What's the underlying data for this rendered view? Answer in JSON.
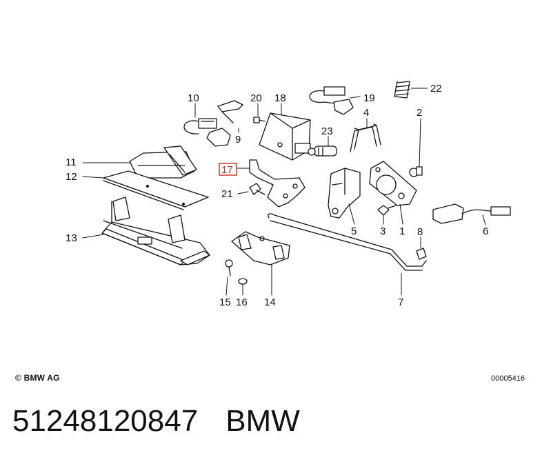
{
  "labels": {
    "l1": "1",
    "l2": "2",
    "l3": "3",
    "l4": "4",
    "l5": "5",
    "l6": "6",
    "l7": "7",
    "l8": "8",
    "l9": "9",
    "l10": "10",
    "l11": "11",
    "l12": "12",
    "l13": "13",
    "l14": "14",
    "l15": "15",
    "l16": "16",
    "l17": "17",
    "l18": "18",
    "l19": "19",
    "l20": "20",
    "l21": "21",
    "l22": "22",
    "l23": "23"
  },
  "highlighted_label": "17",
  "highlight_color": "#d0392b",
  "copyright": "© BMW AG",
  "doc_number": "00005416",
  "part_number": "51248120847",
  "brand": "BMW"
}
